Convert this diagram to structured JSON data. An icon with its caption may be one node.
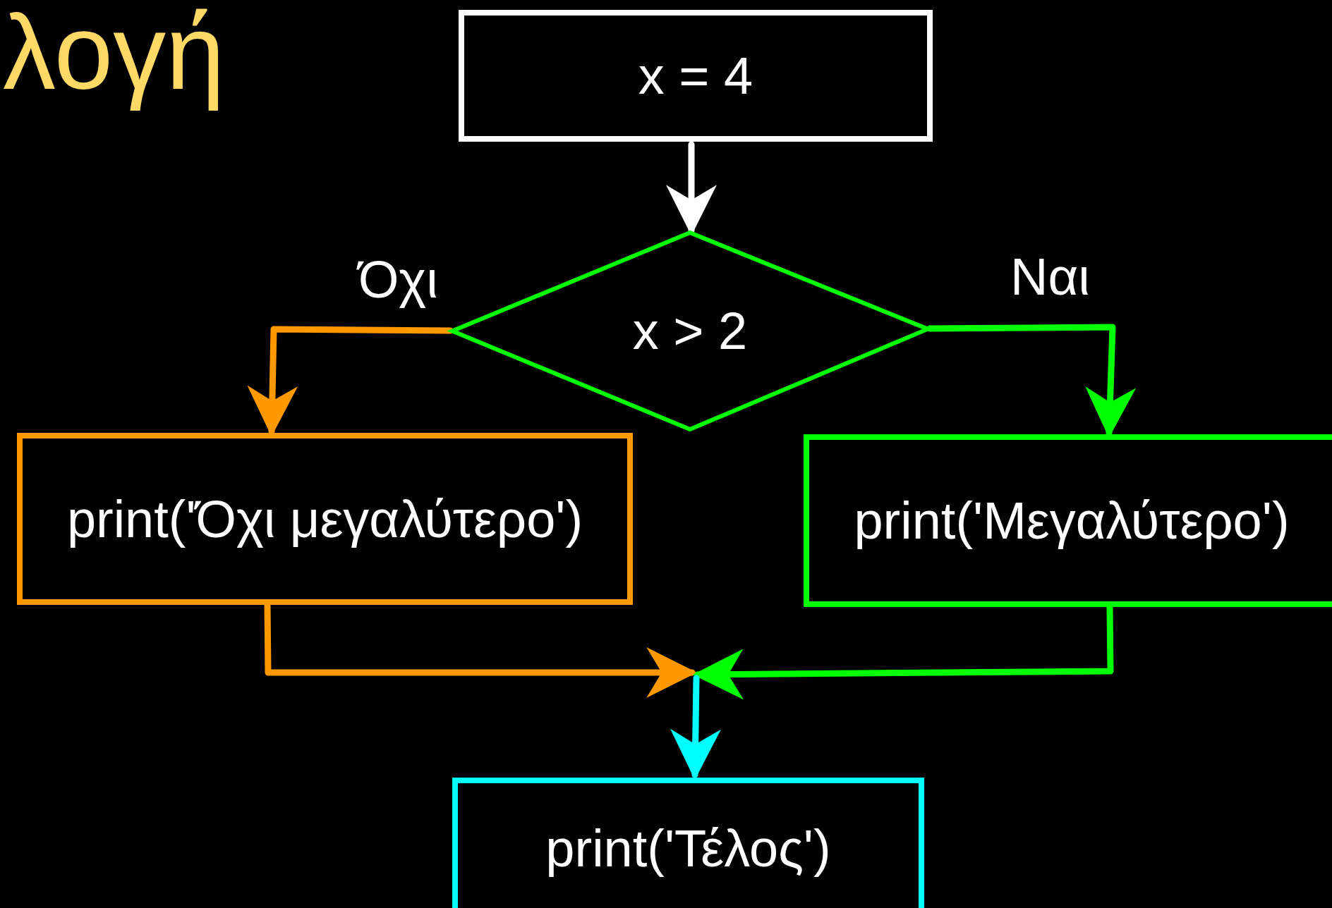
{
  "diagram": {
    "title": "λογή",
    "nodes": [
      {
        "text": [
          "x = 4"
        ]
      },
      {
        "text": [
          "x > 2"
        ]
      },
      {
        "text": [
          "print('Όχι μεγαλύτερο')"
        ]
      },
      {
        "text": [
          "print('Μεγαλύτερο')"
        ]
      },
      {
        "text": [
          "print('Τέλος')"
        ]
      }
    ],
    "edges": [
      {
        "from": 0,
        "to": 1,
        "arrow": "to",
        "color": "#ffffff"
      },
      {
        "from": 1,
        "to": 2,
        "arrow": "to",
        "label": "Όχι",
        "color": "#ff9900"
      },
      {
        "from": 1,
        "to": 3,
        "arrow": "to",
        "label": "Ναι",
        "color": "#00ff00"
      },
      {
        "from": 2,
        "to": null,
        "arrow": "to",
        "color": "#ff9900"
      },
      {
        "from": 3,
        "to": null,
        "arrow": "to",
        "color": "#00ff00"
      },
      {
        "from": null,
        "to": 4,
        "arrow": "to",
        "color": "#00ffff"
      }
    ]
  }
}
